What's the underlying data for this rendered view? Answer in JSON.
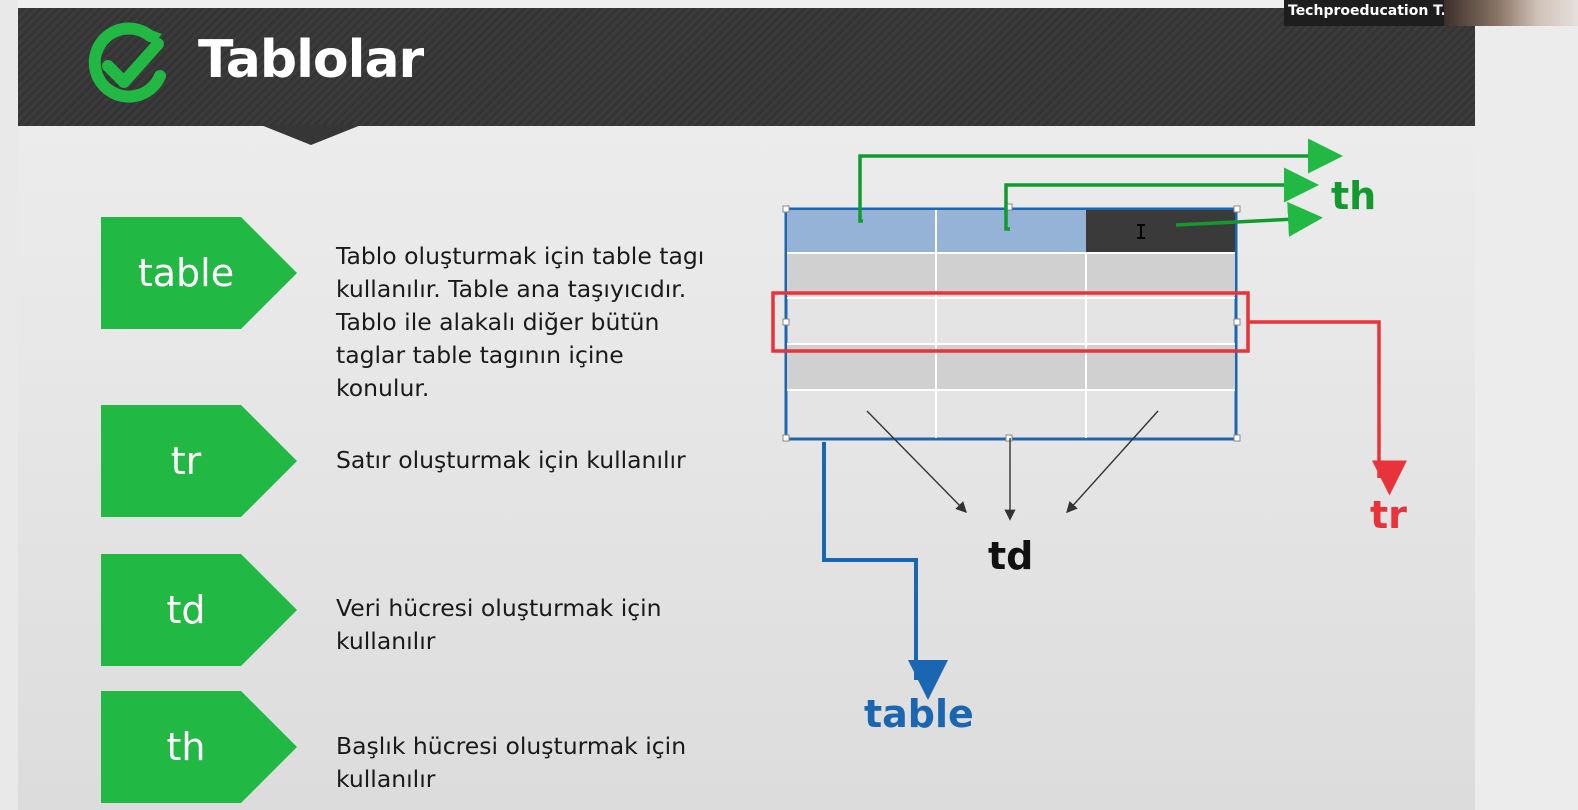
{
  "slide": {
    "title": "Tablolar",
    "tags": [
      {
        "label": "table",
        "description": [
          "Tablo oluşturmak için table tagı",
          "kullanılır. Table ana taşıyıcıdır.",
          "Tablo ile alakalı diğer bütün",
          "taglar table tagının içine",
          "konulur."
        ]
      },
      {
        "label": "tr",
        "description": [
          "Satır oluşturmak için kullanılır"
        ]
      },
      {
        "label": "td",
        "description": [
          "Veri hücresi oluşturmak için",
          "kullanılır"
        ]
      },
      {
        "label": "th",
        "description": [
          "Başlık hücresi oluşturmak için",
          "kullanılır"
        ]
      }
    ],
    "diagram": {
      "th_label": "th",
      "tr_label": "tr",
      "td_label": "td",
      "table_label": "table"
    }
  },
  "webcam": {
    "name": "Techproeducation T..."
  },
  "colors": {
    "green": "#22b844",
    "green_dark": "#139a2e",
    "red": "#e8333b",
    "blue": "#1a66b0",
    "header_cell": "#94b3d6",
    "selected_cell": "#3a3a3a"
  }
}
